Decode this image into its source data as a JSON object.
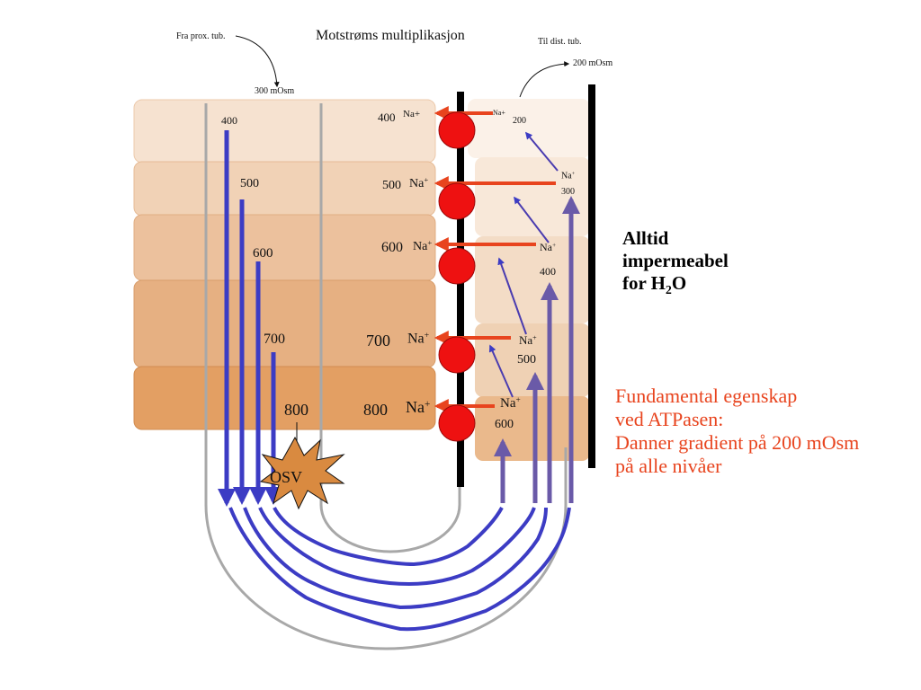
{
  "title": "Motstrøms multiplikasjon",
  "inflow": {
    "label": "Fra prox. tub.",
    "value": "300 mOsm"
  },
  "outflow": {
    "label": "Til dist. tub.",
    "value": "200 mOsm"
  },
  "descending_values": [
    "400",
    "500",
    "600",
    "700",
    "800"
  ],
  "interstitial_values": [
    "400",
    "500",
    "600",
    "700",
    "800"
  ],
  "ascending_values": [
    "200",
    "300",
    "400",
    "500",
    "600"
  ],
  "ion": {
    "symbol": "Na",
    "charge": "+"
  },
  "top_ion_label": "Na+",
  "small_ion_label": "Na+",
  "osv": "OSV",
  "impermeable_note": {
    "line1": "Alltid",
    "line2": "impermeabel",
    "line3_prefix": "for H",
    "line3_sub": "2",
    "line3_suffix": "O"
  },
  "atpase_note": {
    "line1": "Fundamental egenskap",
    "line2": "ved ATPasen:",
    "line3": "Danner gradient på 200 mOsm",
    "line4": "på alle nivåer"
  },
  "colors": {
    "tissue_light": "#f6e2d0",
    "tissue_dark": "#e6a36a",
    "flow_blue": "#3c3cc4",
    "pump_red": "#ee1111",
    "arrow_orange": "#e8441e",
    "text_red": "#e8441e"
  }
}
